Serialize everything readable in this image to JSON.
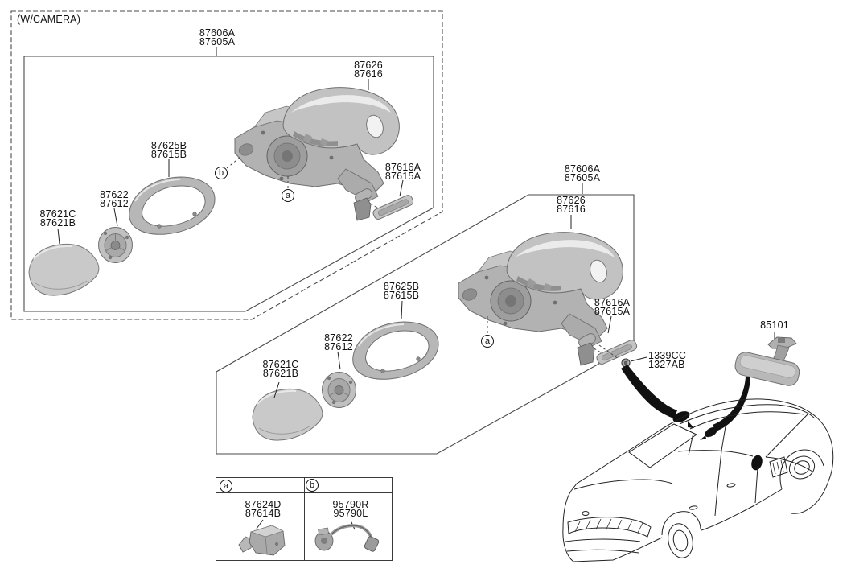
{
  "diagram": {
    "note": "(W/CAMERA)",
    "callout_a": "a",
    "callout_b": "b",
    "camera_assembly": {
      "assy": "87606A\n87605A",
      "cover": "87626\n87616",
      "housing": "87625B\n87615B",
      "lamp": "87616A\n87615A",
      "actuator": "87622\n87612",
      "glass": "87621C\n87621B"
    },
    "standard_assembly": {
      "assy": "87606A\n87605A",
      "cover": "87626\n87616",
      "housing": "87625B\n87615B",
      "lamp": "87616A\n87615A",
      "actuator": "87622\n87612",
      "glass": "87621C\n87621B"
    },
    "fastener": "1339CC\n1327AB",
    "inside_mirror": "85101",
    "legend": {
      "a_part": "87624D\n87614B",
      "b_part": "95790R\n95790L"
    },
    "colors": {
      "line": "#222222",
      "part_fill": "#bdbdbd",
      "part_stroke": "#6f6f6f",
      "marker": "#111111"
    }
  }
}
